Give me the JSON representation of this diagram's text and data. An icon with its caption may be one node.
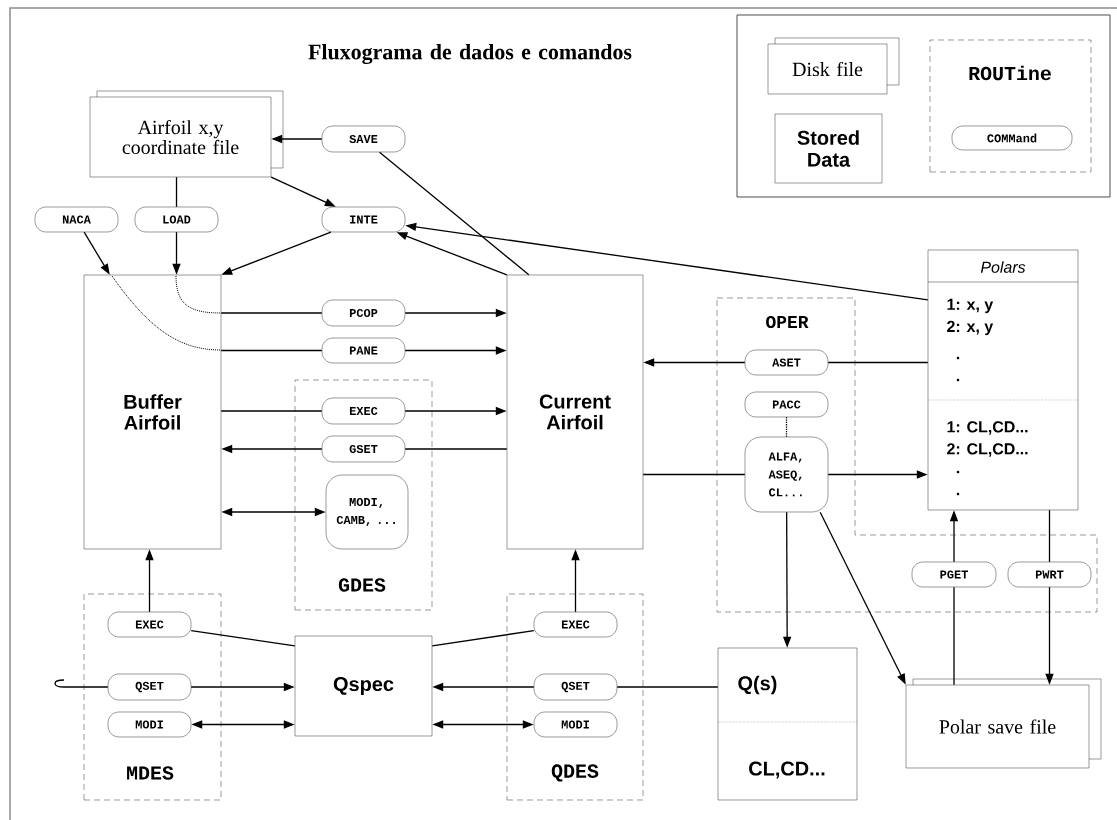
{
  "diagram": {
    "title": "Fluxograma de dados e comandos",
    "nodes": [
      {
        "text": [],
        "shape": "box"
      },
      {
        "text": [
          "Disk file"
        ],
        "in": 0
      },
      {
        "text": [
          "Stored Data"
        ],
        "in": 0
      },
      {
        "text": [
          "ROUTine"
        ],
        "in": 0
      },
      {
        "text": [
          "COMMand"
        ],
        "in": 3
      },
      {
        "text": [
          "Airfoil x,y coordinate file"
        ]
      },
      {
        "text": [
          "SAVE"
        ]
      },
      {
        "text": [
          "NACA"
        ]
      },
      {
        "text": [
          "LOAD"
        ]
      },
      {
        "text": [
          "INTE"
        ]
      },
      {
        "text": [
          "Buffer Airfoil"
        ]
      },
      {
        "text": [
          "Current Airfoil"
        ]
      },
      {
        "text": [
          "PCOP"
        ]
      },
      {
        "text": [
          "PANE"
        ]
      },
      {
        "text": [
          "GDES"
        ]
      },
      {
        "text": [
          "EXEC"
        ],
        "in": 14
      },
      {
        "text": [
          "GSET"
        ],
        "in": 14
      },
      {
        "text": [
          "MODI, CAMB, ..."
        ],
        "in": 14
      },
      {
        "text": [
          "Polars",
          "1:  x, y",
          "2:  x, y",
          "1:  CL,CD...",
          "2:  CL,CD..."
        ]
      },
      {
        "text": [
          "OPER"
        ]
      },
      {
        "text": [
          "ASET"
        ],
        "in": 19
      },
      {
        "text": [
          "PACC"
        ],
        "in": 19
      },
      {
        "text": [
          "ALFA, ASEQ, CL..."
        ],
        "in": 19
      },
      {
        "text": [
          "PGET"
        ],
        "in": 19
      },
      {
        "text": [
          "PWRT"
        ],
        "in": 19
      },
      {
        "text": [
          "MDES"
        ]
      },
      {
        "text": [
          "EXEC"
        ],
        "in": 25
      },
      {
        "text": [
          "QSET"
        ],
        "in": 25
      },
      {
        "text": [
          "MODI"
        ],
        "in": 25
      },
      {
        "text": [
          "Qspec"
        ]
      },
      {
        "text": [
          "QDES"
        ]
      },
      {
        "text": [
          "EXEC"
        ],
        "in": 30
      },
      {
        "text": [
          "QSET"
        ],
        "in": 30
      },
      {
        "text": [
          "MODI"
        ],
        "in": 30
      },
      {
        "text": [
          "Q(s)",
          "CL,CD..."
        ]
      },
      {
        "text": [
          "Polar save file"
        ]
      }
    ],
    "edges": [
      {
        "from": 6,
        "to": 5,
        "arrow": "to"
      },
      {
        "from": 11,
        "to": 6,
        "arrow": "none"
      },
      {
        "from": 5,
        "to": 9,
        "arrow": "to"
      },
      {
        "from": 9,
        "to": 10,
        "arrow": "to"
      },
      {
        "from": 11,
        "to": 9,
        "arrow": "to"
      },
      {
        "from": 18,
        "to": 9,
        "arrow": "to"
      },
      {
        "from": 5,
        "to": 8,
        "arrow": "none"
      },
      {
        "from": 8,
        "to": 10,
        "arrow": "to"
      },
      {
        "from": 7,
        "to": 10,
        "arrow": "to"
      },
      {
        "from": 10,
        "to": 12,
        "arrow": "none"
      },
      {
        "from": 12,
        "to": 11,
        "arrow": "to"
      },
      {
        "from": 10,
        "to": 13,
        "arrow": "none"
      },
      {
        "from": 13,
        "to": 11,
        "arrow": "to"
      },
      {
        "from": 10,
        "to": 15,
        "arrow": "none"
      },
      {
        "from": 15,
        "to": 11,
        "arrow": "to"
      },
      {
        "from": 11,
        "to": 16,
        "arrow": "none"
      },
      {
        "from": 16,
        "to": 10,
        "arrow": "to"
      },
      {
        "from": 10,
        "to": 17,
        "arrow": "both"
      },
      {
        "from": 18,
        "to": 20,
        "arrow": "none"
      },
      {
        "from": 20,
        "to": 11,
        "arrow": "to"
      },
      {
        "from": 21,
        "to": 22,
        "arrow": "none",
        "style": "dashed"
      },
      {
        "from": 11,
        "to": 22,
        "arrow": "none"
      },
      {
        "from": 22,
        "to": 18,
        "arrow": "to"
      },
      {
        "from": 22,
        "to": 34,
        "arrow": "to"
      },
      {
        "from": 22,
        "to": 35,
        "arrow": "to"
      },
      {
        "from": 35,
        "to": 23,
        "arrow": "none"
      },
      {
        "from": 23,
        "to": 18,
        "arrow": "to"
      },
      {
        "from": 18,
        "to": 24,
        "arrow": "none"
      },
      {
        "from": 24,
        "to": 35,
        "arrow": "to"
      },
      {
        "from": 26,
        "to": 10,
        "arrow": "to"
      },
      {
        "from": 29,
        "to": 26,
        "arrow": "none"
      },
      {
        "from": 29,
        "to": 31,
        "arrow": "none"
      },
      {
        "from": 31,
        "to": 11,
        "arrow": "to"
      },
      {
        "from": null,
        "to": 27,
        "arrow": "none"
      },
      {
        "from": 27,
        "to": 29,
        "arrow": "to"
      },
      {
        "from": 28,
        "to": 29,
        "arrow": "both"
      },
      {
        "from": 34,
        "to": 32,
        "arrow": "none"
      },
      {
        "from": 32,
        "to": 29,
        "arrow": "to"
      },
      {
        "from": 29,
        "to": 33,
        "arrow": "both"
      }
    ]
  }
}
